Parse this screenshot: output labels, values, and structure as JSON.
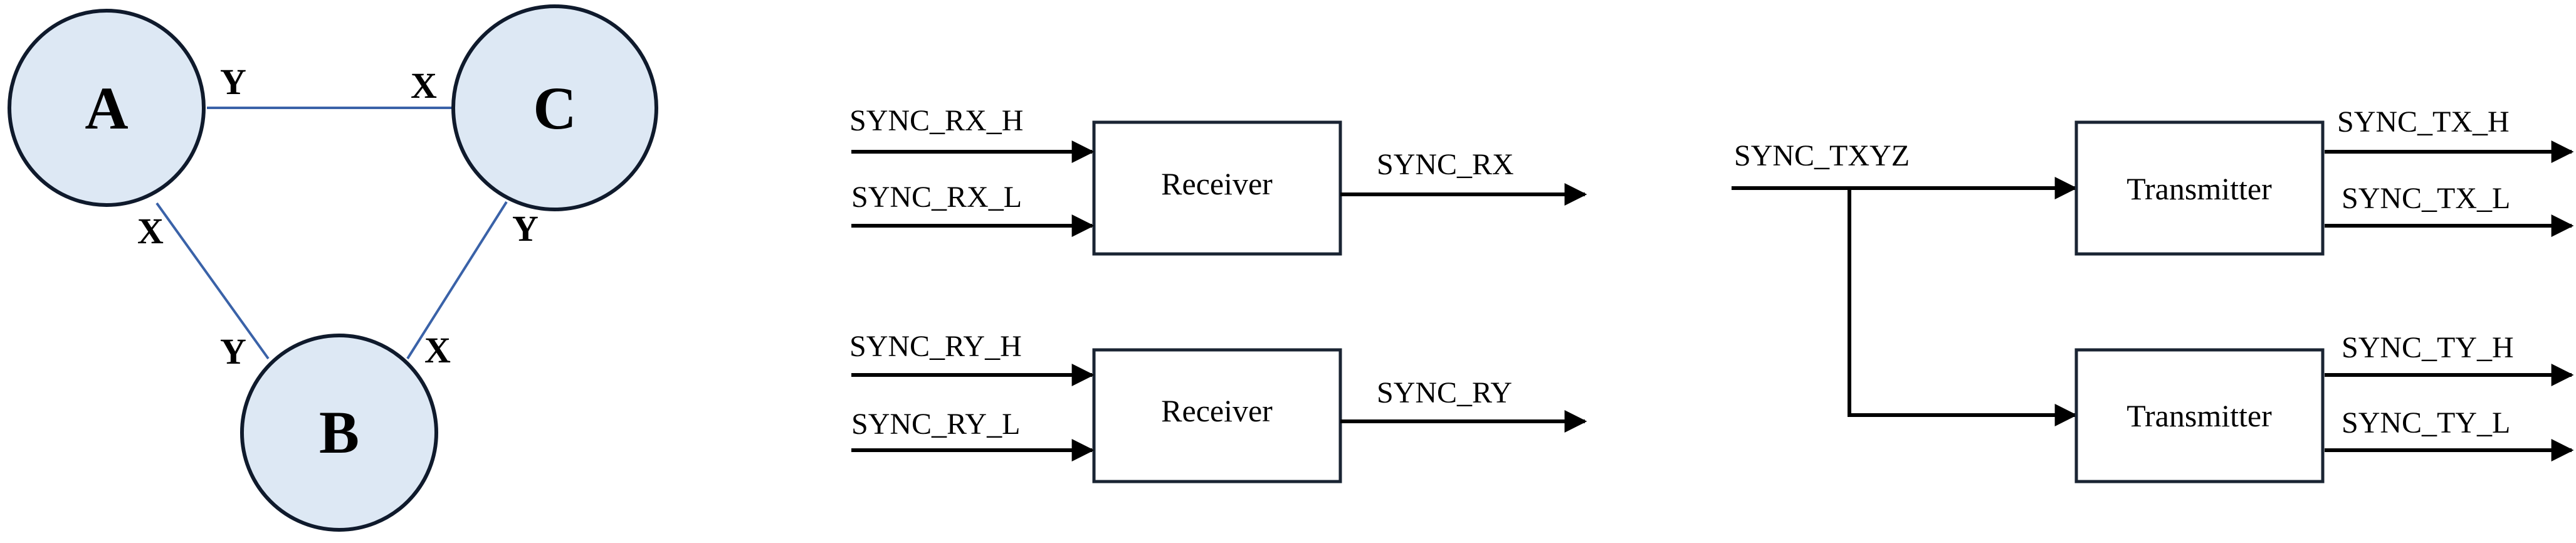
{
  "topology": {
    "nodes": [
      {
        "id": "A",
        "label": "A"
      },
      {
        "id": "B",
        "label": "B"
      },
      {
        "id": "C",
        "label": "C"
      }
    ],
    "links": [
      {
        "from": "A",
        "from_port": "Y",
        "to": "C",
        "to_port": "X"
      },
      {
        "from": "A",
        "from_port": "X",
        "to": "B",
        "to_port": "Y"
      },
      {
        "from": "C",
        "from_port": "Y",
        "to": "B",
        "to_port": "X"
      }
    ],
    "node_fill": "#dde8f4",
    "link_color": "#3a62a8"
  },
  "receiver_x": {
    "block_label": "Receiver",
    "input_high": "SYNC_RX_H",
    "input_low": "SYNC_RX_L",
    "output": "SYNC_RX"
  },
  "receiver_y": {
    "block_label": "Receiver",
    "input_high": "SYNC_RY_H",
    "input_low": "SYNC_RY_L",
    "output": "SYNC_RY"
  },
  "transmitter_group": {
    "input": "SYNC_TXYZ",
    "transmitter_x": {
      "block_label": "Transmitter",
      "output_high": "SYNC_TX_H",
      "output_low": "SYNC_TX_L"
    },
    "transmitter_y": {
      "block_label": "Transmitter",
      "output_high": "SYNC_TY_H",
      "output_low": "SYNC_TY_L"
    }
  }
}
